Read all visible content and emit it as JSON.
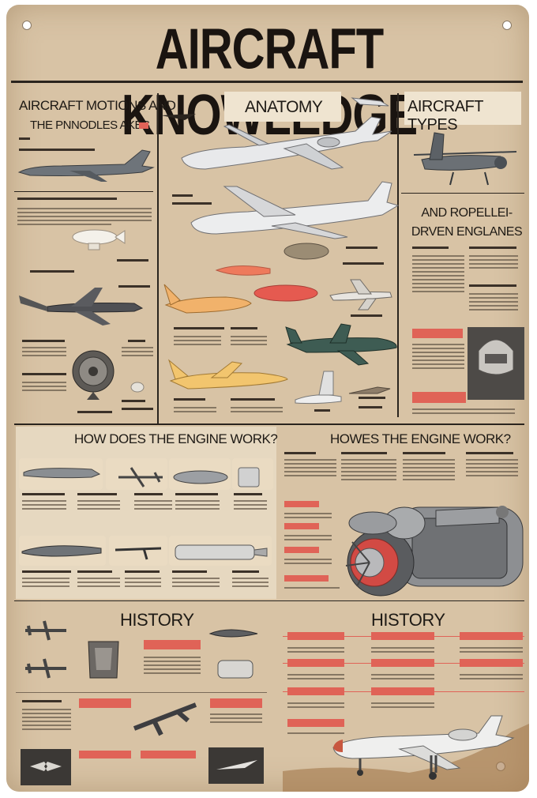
{
  "poster": {
    "title": "AIRCRAFT KNOWLEDGE",
    "sections": {
      "motions_title": "AIRCRAFT MOTIONS AND",
      "motions_sub": "THE PNNODLES AKES",
      "anatomy": "ANATOMY",
      "types": "AIRCRAFT TYPES",
      "propeller": "AND ROPELLEI- DRVEN ENGLANES",
      "engine_left": "HOW DOES THE ENGINE WORK?",
      "engine_right": "HOWES THE ENGINE WORK?",
      "history_left": "HISTORY",
      "history_right": "HISTORY"
    }
  },
  "colors": {
    "background": "#d8c3a5",
    "ink": "#1e1a15",
    "accent_red": "#e06357",
    "banner": "#efe4d0"
  }
}
